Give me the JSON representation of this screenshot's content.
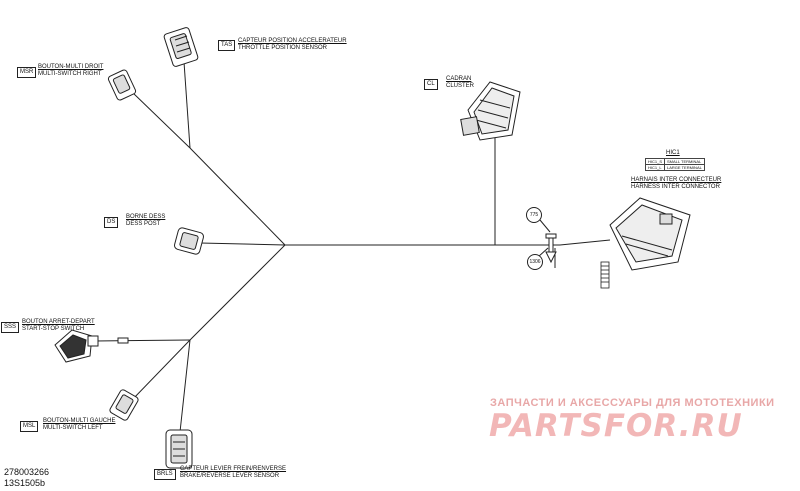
{
  "components": {
    "tas": {
      "code": "TAS",
      "name_fr": "CAPTEUR POSITION ACCELERATEUR",
      "name_en": "THROTTLE POSITION SENSOR"
    },
    "msr": {
      "code": "MSR",
      "name_fr": "BOUTON-MULTI DROIT",
      "name_en": "MULTI-SWITCH RIGHT"
    },
    "cl": {
      "code": "CL",
      "name_fr": "CADRAN",
      "name_en": "CLUSTER"
    },
    "ds": {
      "code": "DS",
      "name_fr": "BORNE DESS",
      "name_en": "DESS POST"
    },
    "sss": {
      "code": "SSS",
      "name_fr": "BOUTON ARRET-DEPART",
      "name_en": "START-STOP SWITCH"
    },
    "msl": {
      "code": "MSL",
      "name_fr": "BOUTON-MULTI GAUCHE",
      "name_en": "MULTI-SWITCH LEFT"
    },
    "brls": {
      "code": "BRLS",
      "name_fr": "CAPTEUR LEVIER FREIN/RENVERSE",
      "name_en": "BRAKE/REVERSE LEVER SENSOR"
    },
    "hic": {
      "code": "HIC1",
      "name_fr": "HARNAIS INTER CONNECTEUR",
      "name_en": "HARNESS INTER CONNECTOR",
      "rows": [
        {
          "pin": "HIC1_S",
          "desc": "SMALL TERMINAL"
        },
        {
          "pin": "HIC1_L",
          "desc": "LARGE TERMINAL"
        }
      ]
    }
  },
  "callouts": {
    "c775": "775",
    "c1306": "1306"
  },
  "doc": {
    "part_number": "278003266",
    "drawing_ref": "13S1505b"
  },
  "watermark": {
    "tagline": "ЗАПЧАСТИ И АКСЕССУАРЫ ДЛЯ МОТОТЕХНИКИ",
    "brand": "PARTSFOR.RU"
  },
  "colors": {
    "line": "#222222",
    "watermark": "#f2b7b7"
  }
}
